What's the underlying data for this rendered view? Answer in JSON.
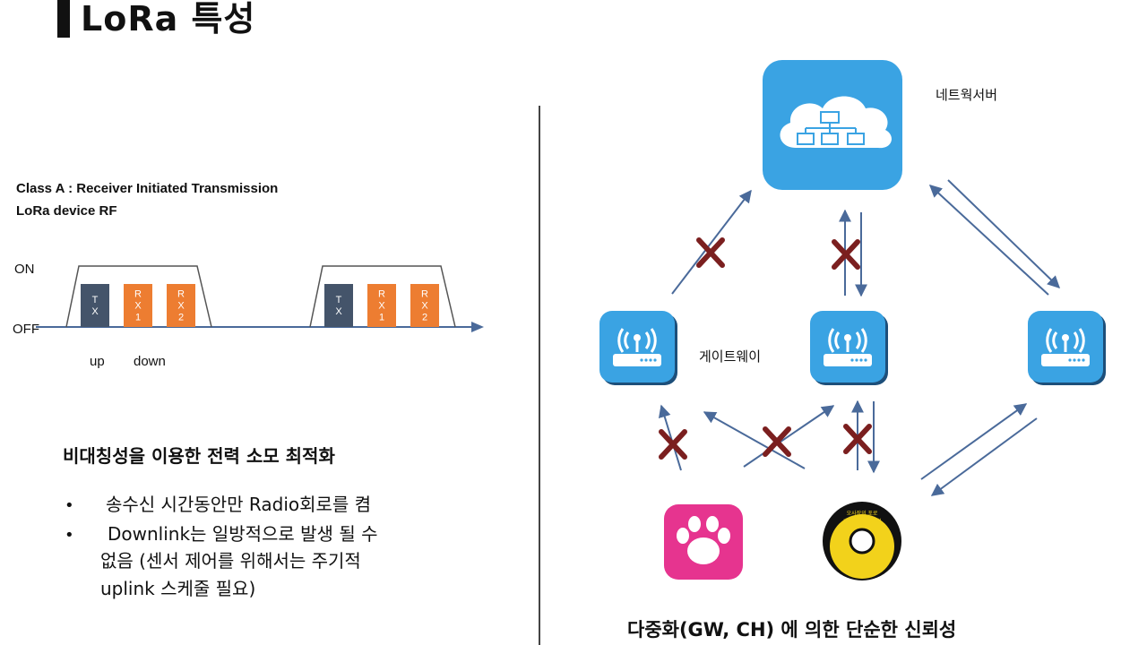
{
  "title": "LoRa 특성",
  "timing": {
    "heading1": "Class A : Receiver Initiated Transmission",
    "heading2": "LoRa device RF",
    "on_label": "ON",
    "off_label": "OFF",
    "up_label": "up",
    "down_label": "down",
    "slots": [
      {
        "letters": [
          "T",
          "X"
        ],
        "color": "#44546a"
      },
      {
        "letters": [
          "R",
          "X",
          "1"
        ],
        "color": "#ed7d31"
      },
      {
        "letters": [
          "R",
          "X",
          "2"
        ],
        "color": "#ed7d31"
      }
    ]
  },
  "description": {
    "heading": "비대칭성을 이용한 전력 소모 최적화",
    "bullets": [
      "송수신 시간동안만  Radio회로를 켬",
      "Downlink는 일방적으로 발생 될 수 없음 (센서 제어를 위해서는 주기적 uplink 스케줄 필요)"
    ],
    "bullet_lines": [
      [
        "송수신 시간동안만  Radio회로를 켬"
      ],
      [
        "Downlink는 일방적으로 발생 될 수",
        "없음 (센서 제어를 위해서는 주기적",
        "uplink 스케줄 필요)"
      ]
    ]
  },
  "network": {
    "server_label": "네트웍서버",
    "gateway_label": "게이트웨이",
    "caption": "다중화(GW, CH) 에 의한  단순한 신뢰성",
    "device_cd_text": [
      "오사장의 포로",
      "사용설명서-신폴리설"
    ],
    "colors": {
      "icon_blue": "#3aa3e3",
      "arrow": "#4a6a9a",
      "x_mark": "#7b1f1f",
      "paw_bg": "#e6348f",
      "cd_yellow": "#f2d21b"
    }
  }
}
